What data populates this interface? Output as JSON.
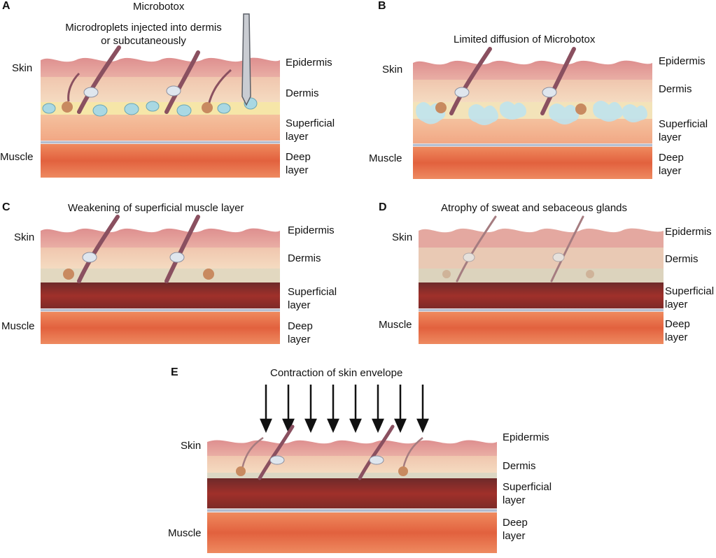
{
  "labels": {
    "skin": "Skin",
    "muscle": "Muscle",
    "epidermis": "Epidermis",
    "dermis": "Dermis",
    "superficial_1": "Superficial",
    "superficial_2": "layer",
    "deep_1": "Deep",
    "deep_2": "layer"
  },
  "panels": {
    "a": {
      "letter": "A",
      "title": "Microbotox",
      "annotation_1": "Microdroplets injected into dermis",
      "annotation_2": "or subcutaneously"
    },
    "b": {
      "letter": "B",
      "title": "Limited diffusion of Microbotox"
    },
    "c": {
      "letter": "C",
      "title": "Weakening of superficial muscle layer"
    },
    "d": {
      "letter": "D",
      "title": "Atrophy of sweat and sebaceous glands"
    },
    "e": {
      "letter": "E",
      "title": "Contraction of skin envelope"
    }
  },
  "colors": {
    "epidermis": "#e9a3a0",
    "dermis": "#f1cdb0",
    "fat": "#f6e6a8",
    "superficial_muscle": "#f2b28f",
    "superficial_muscle_weakened": "#9a2f2a",
    "fascia": "#b9c6d8",
    "deep_muscle": "#e36b45",
    "droplet": "#a9d8e3",
    "hair": "#8a5060",
    "gland": "#c88a60"
  },
  "icons": [
    "needle-icon",
    "hair-follicle-icon",
    "sweat-gland-icon",
    "sebaceous-gland-icon",
    "down-arrow-icon"
  ]
}
